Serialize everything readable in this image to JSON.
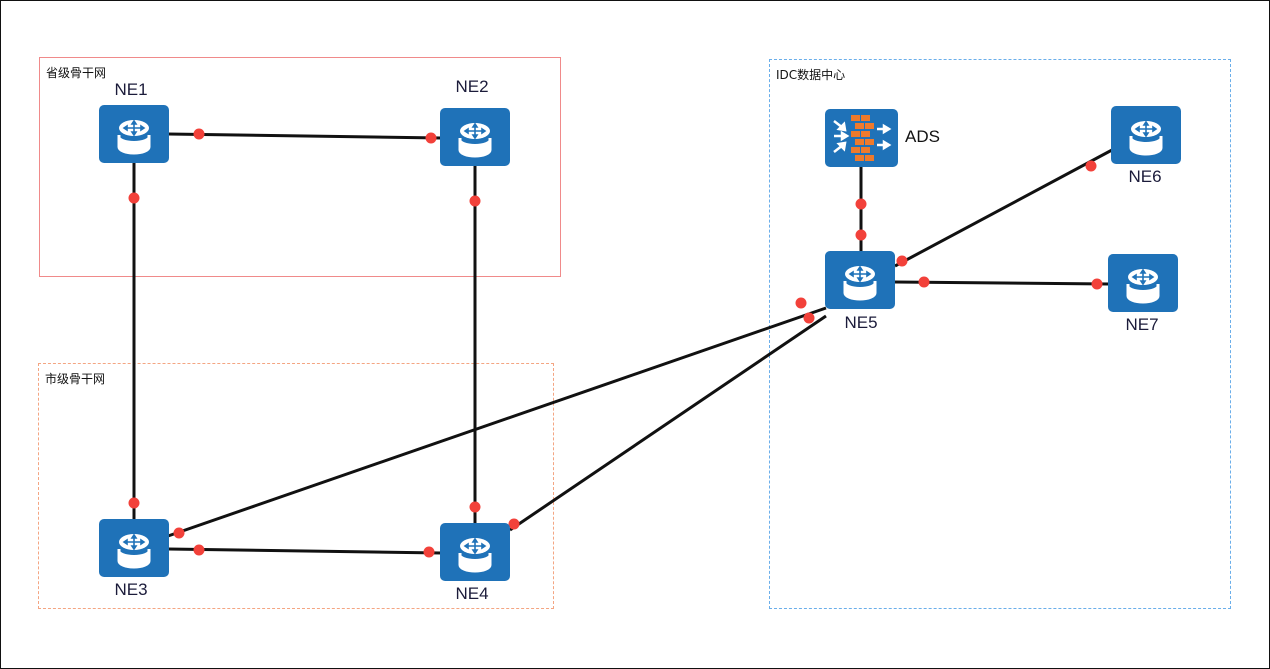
{
  "zones": {
    "provincial": {
      "label": "省级骨干网",
      "color": "#f08a8a"
    },
    "city": {
      "label": "市级骨干网",
      "color": "#f4a582"
    },
    "idc": {
      "label": "IDC数据中心",
      "color": "#6aaeea"
    }
  },
  "nodes": [
    {
      "id": "NE1",
      "label": "NE1",
      "type": "router"
    },
    {
      "id": "NE2",
      "label": "NE2",
      "type": "router"
    },
    {
      "id": "NE3",
      "label": "NE3",
      "type": "router"
    },
    {
      "id": "NE4",
      "label": "NE4",
      "type": "router"
    },
    {
      "id": "NE5",
      "label": "NE5",
      "type": "router"
    },
    {
      "id": "NE6",
      "label": "NE6",
      "type": "router"
    },
    {
      "id": "NE7",
      "label": "NE7",
      "type": "router"
    },
    {
      "id": "ADS",
      "label": "ADS",
      "type": "firewall"
    }
  ],
  "links": [
    {
      "from": "NE1",
      "to": "NE2"
    },
    {
      "from": "NE1",
      "to": "NE3"
    },
    {
      "from": "NE2",
      "to": "NE4"
    },
    {
      "from": "NE3",
      "to": "NE4"
    },
    {
      "from": "NE3",
      "to": "NE5"
    },
    {
      "from": "NE4",
      "to": "NE5"
    },
    {
      "from": "ADS",
      "to": "NE5"
    },
    {
      "from": "NE5",
      "to": "NE6"
    },
    {
      "from": "NE5",
      "to": "NE7"
    }
  ],
  "colors": {
    "node_fill": "#1f72b8",
    "link": "#111111",
    "port_dot": "#f2413a",
    "firewall_brick": "#ee7a2c"
  }
}
